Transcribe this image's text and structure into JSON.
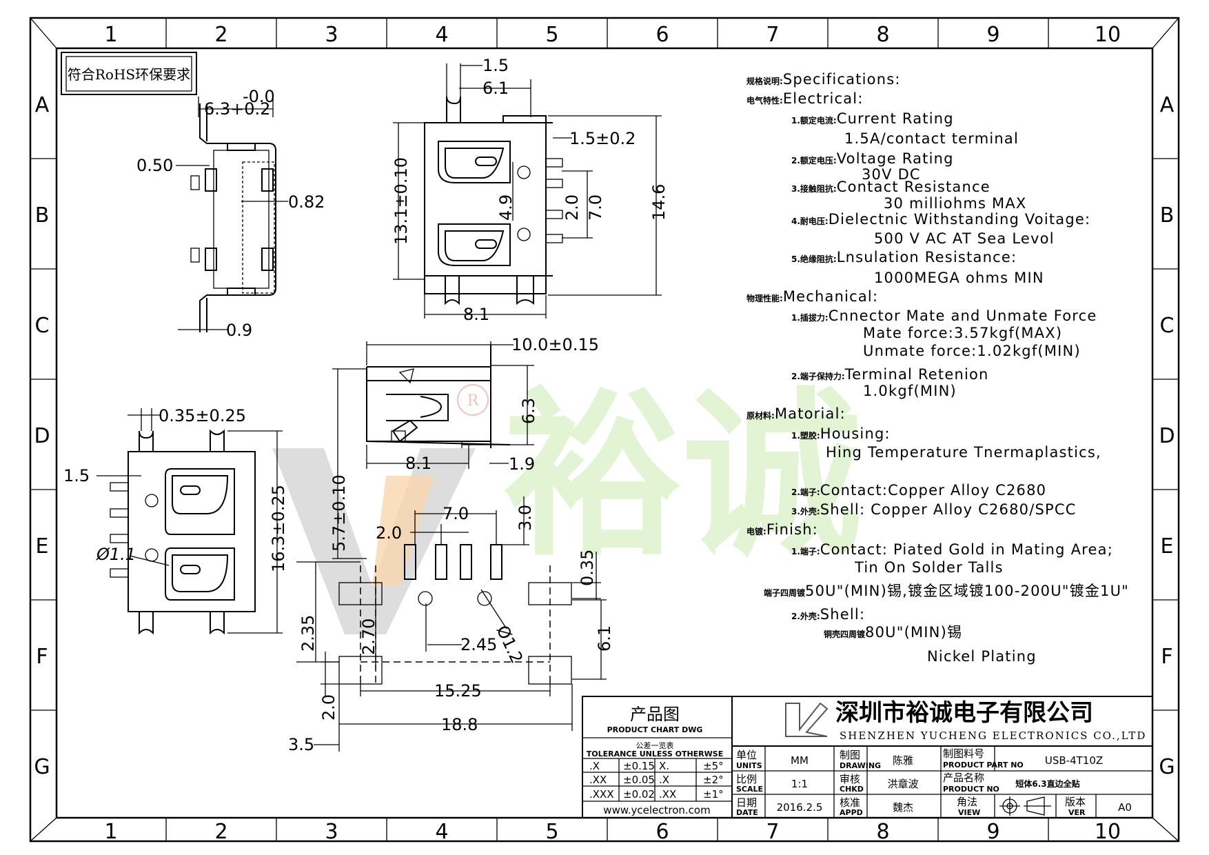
{
  "zones": {
    "columns": [
      "1",
      "2",
      "3",
      "4",
      "5",
      "6",
      "7",
      "8",
      "9",
      "10"
    ],
    "rows": [
      "A",
      "B",
      "C",
      "D",
      "E",
      "F",
      "G"
    ]
  },
  "rohs_note": "符合RoHS环保要求",
  "dimensions": {
    "side": [
      "-0.0",
      "6.3+0.2",
      "0.50",
      "0.82",
      "0.9"
    ],
    "front": [
      "1.5",
      "6.1",
      "1.5±0.2",
      "13.1±0.10",
      "4.9",
      "2.0",
      "7.0",
      "14.6",
      "8.1"
    ],
    "top": [
      "10.0±0.15",
      "6.3",
      "5.7±0.10",
      "8.1",
      "1.9"
    ],
    "bottom": [
      "0.35±0.25",
      "1.5",
      "Ø1.1",
      "16.3±0.25"
    ],
    "footprint": [
      "7.0",
      "2.0",
      "3.0",
      "0.35",
      "2.35",
      "2.70",
      "2.45",
      "Ø1.2",
      "6.1",
      "15.25",
      "2.0",
      "18.8",
      "3.5"
    ]
  },
  "specs": [
    {
      "cn": "规格说明:",
      "en": "Specifications:"
    },
    {
      "cn": "电气特性:",
      "en": "Electrical:"
    },
    {
      "cn": "1.额定电流:",
      "en": "Current  Rating"
    },
    {
      "cn": "",
      "en": "1.5A/contact  terminal"
    },
    {
      "cn": "2.额定电压:",
      "en": "Voltage  Rating"
    },
    {
      "cn": "",
      "en": "30V  DC"
    },
    {
      "cn": "3.接触阻抗:",
      "en": "Contact  Resistance"
    },
    {
      "cn": "",
      "en": "30  milliohms  MAX"
    },
    {
      "cn": "4.耐电压:",
      "en": "Dielectnic  Withstanding  Voitage:"
    },
    {
      "cn": "",
      "en": "500  V  AC  AT  Sea  Levol"
    },
    {
      "cn": "5.绝缘阻抗:",
      "en": "Lnsulation  Resistance:"
    },
    {
      "cn": "",
      "en": "1000MEGA  ohms  MIN"
    },
    {
      "cn": "物理性能:",
      "en": "Mechanical:"
    },
    {
      "cn": "1.插拔力:",
      "en": "Cnnector  Mate  and  Unmate  Force"
    },
    {
      "cn": "",
      "en": "Mate  force:3.57kgf(MAX)"
    },
    {
      "cn": "",
      "en": "Unmate  force:1.02kgf(MIN)"
    },
    {
      "cn": "2.端子保持力:",
      "en": "Terminal  Retenion"
    },
    {
      "cn": "",
      "en": "1.0kgf(MIN)"
    },
    {
      "cn": "原材料:",
      "en": "Matorial:"
    },
    {
      "cn": "1.塑胶:",
      "en": "Housing:"
    },
    {
      "cn": "",
      "en": "Hing  Temperature    Tnermaplastics,"
    },
    {
      "cn": "2.端子:",
      "en": "Contact:Copper  Alloy  C2680"
    },
    {
      "cn": "3.外壳:",
      "en": "Shell:  Copper  Alloy  C2680/SPCC"
    },
    {
      "cn": "电镀:",
      "en": "Finish:"
    },
    {
      "cn": "1.端子:",
      "en": "Contact:  Piated  Gold  in  Mating  Area;"
    },
    {
      "cn": "",
      "en": "Tin  On  Solder  Talls"
    },
    {
      "cn": "端子四周镀",
      "en": "50U\"(MIN)锡,镀金区域镀100-200U\"镀金1U\""
    },
    {
      "cn": "2.外壳:",
      "en": "Shell:"
    },
    {
      "cn": "铜壳四周镀",
      "en": "80U\"(MIN)锡"
    },
    {
      "cn": "",
      "en": "Nickel  Plating"
    }
  ],
  "title_block": {
    "product_chart_cn": "产品图",
    "product_chart_en": "PRODUCT CHART DWG",
    "tolerance_cn": "公差一览表",
    "tolerance_en": "TOLERANCE UNLESS OTHERWSE",
    "tolerance_rows": [
      [
        ".X",
        "±0.15",
        "X.",
        "±5°"
      ],
      [
        ".XX",
        "±0.05",
        ".X",
        "±2°"
      ],
      [
        ".XXX",
        "±0.02",
        ".XX",
        "±1°"
      ]
    ],
    "website": "www.ycelectron.com",
    "company_cn": "深圳市裕诚电子有限公司",
    "company_en": "SHENZHEN YUCHENG ELECTRONICS CO.,LTD",
    "units_cn": "单位",
    "units_en": "UNITS",
    "units_val": "MM",
    "scale_cn": "比例",
    "scale_en": "SCALE",
    "scale_val": "1:1",
    "date_cn": "日期",
    "date_en": "DATE",
    "date_val": "2016.2.5",
    "drawing_cn": "制图",
    "drawing_en": "DRAWING",
    "drawing_val": "陈雅",
    "chkd_cn": "审核",
    "chkd_en": "CHKD",
    "chkd_val": "洪章波",
    "appd_cn": "核准",
    "appd_en": "APPD",
    "appd_val": "魏杰",
    "part_no_cn": "制图料号",
    "part_no_en": "PRODUCT PART NO",
    "part_no_val": "USB-4T10Z",
    "product_name_cn": "产品名称",
    "product_name_en": "PRODUCT NO",
    "product_name_val": "短体6.3直边全贴",
    "view_cn": "角法",
    "view_en": "VIEW",
    "ver_cn": "版本",
    "ver_en": "VER",
    "ver_val": "A0"
  },
  "watermark": {
    "text": "裕诚",
    "mark": "R"
  }
}
